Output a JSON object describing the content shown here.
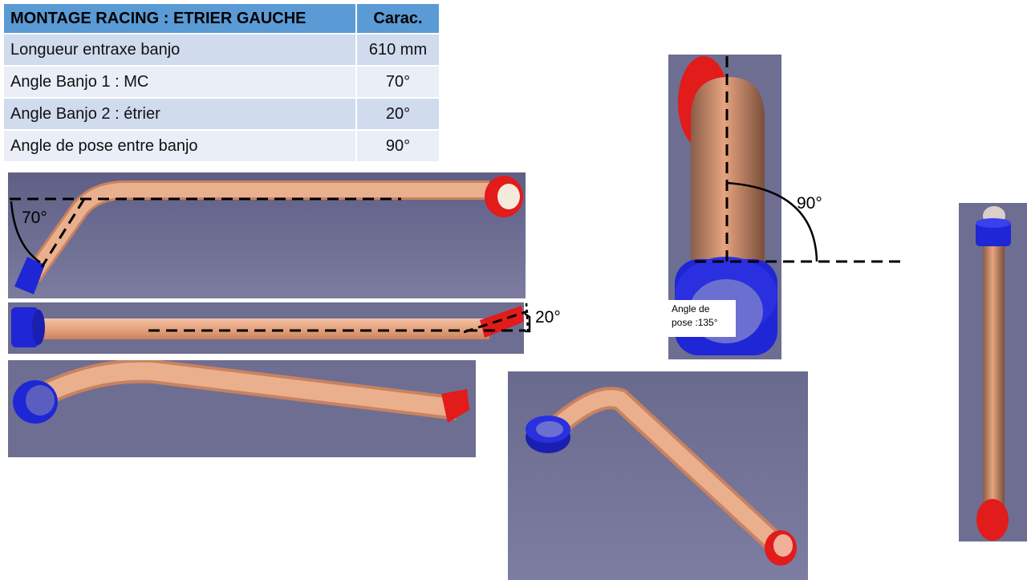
{
  "table": {
    "header": {
      "title": "MONTAGE RACING : ETRIER GAUCHE",
      "value": "Carac."
    },
    "rows": [
      {
        "label": "Longueur entraxe banjo",
        "value": "610 mm"
      },
      {
        "label": "Angle Banjo 1 : MC",
        "value": "70°"
      },
      {
        "label": "Angle Banjo 2 : étrier",
        "value": "20°"
      },
      {
        "label": "Angle de pose entre banjo",
        "value": "90°"
      }
    ]
  },
  "annotations": {
    "angle_70": "70°",
    "angle_20": "20°",
    "angle_90": "90°",
    "pose_line1": "Angle de",
    "pose_line2": "pose  :135°"
  },
  "colors": {
    "header": "#5b9bd5",
    "row_dark": "#d0dbee",
    "row_light": "#e9eef7",
    "viewport": "#6e6e92",
    "tube": "#e6a37f",
    "banjo_blue": "#1f26d6",
    "banjo_red": "#e21b1b"
  }
}
